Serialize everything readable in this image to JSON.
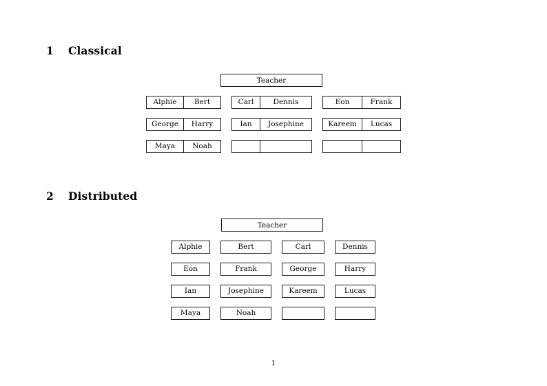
{
  "document": {
    "page_number": "1"
  },
  "sections": [
    {
      "number": "1",
      "title": "Classical",
      "teacher_label": "Teacher",
      "layout": "grouped",
      "groups": [
        {
          "name": "group-1",
          "rows": [
            [
              "Alphie",
              "Bert"
            ],
            [
              "George",
              "Harry"
            ],
            [
              "Maya",
              "Noah"
            ]
          ]
        },
        {
          "name": "group-2",
          "rows": [
            [
              "Carl",
              "Dennis"
            ],
            [
              "Ian",
              "Josephine"
            ],
            [
              "",
              ""
            ]
          ]
        },
        {
          "name": "group-3",
          "rows": [
            [
              "Eon",
              "Frank"
            ],
            [
              "Kareem",
              "Lucas"
            ],
            [
              "",
              ""
            ]
          ]
        }
      ]
    },
    {
      "number": "2",
      "title": "Distributed",
      "teacher_label": "Teacher",
      "layout": "columns",
      "rows": [
        [
          "Alphie",
          "Bert",
          "Carl",
          "Dennis"
        ],
        [
          "Eon",
          "Frank",
          "George",
          "Harry"
        ],
        [
          "Ian",
          "Josephine",
          "Kareem",
          "Lucas"
        ],
        [
          "Maya",
          "Noah",
          "",
          ""
        ]
      ]
    }
  ]
}
